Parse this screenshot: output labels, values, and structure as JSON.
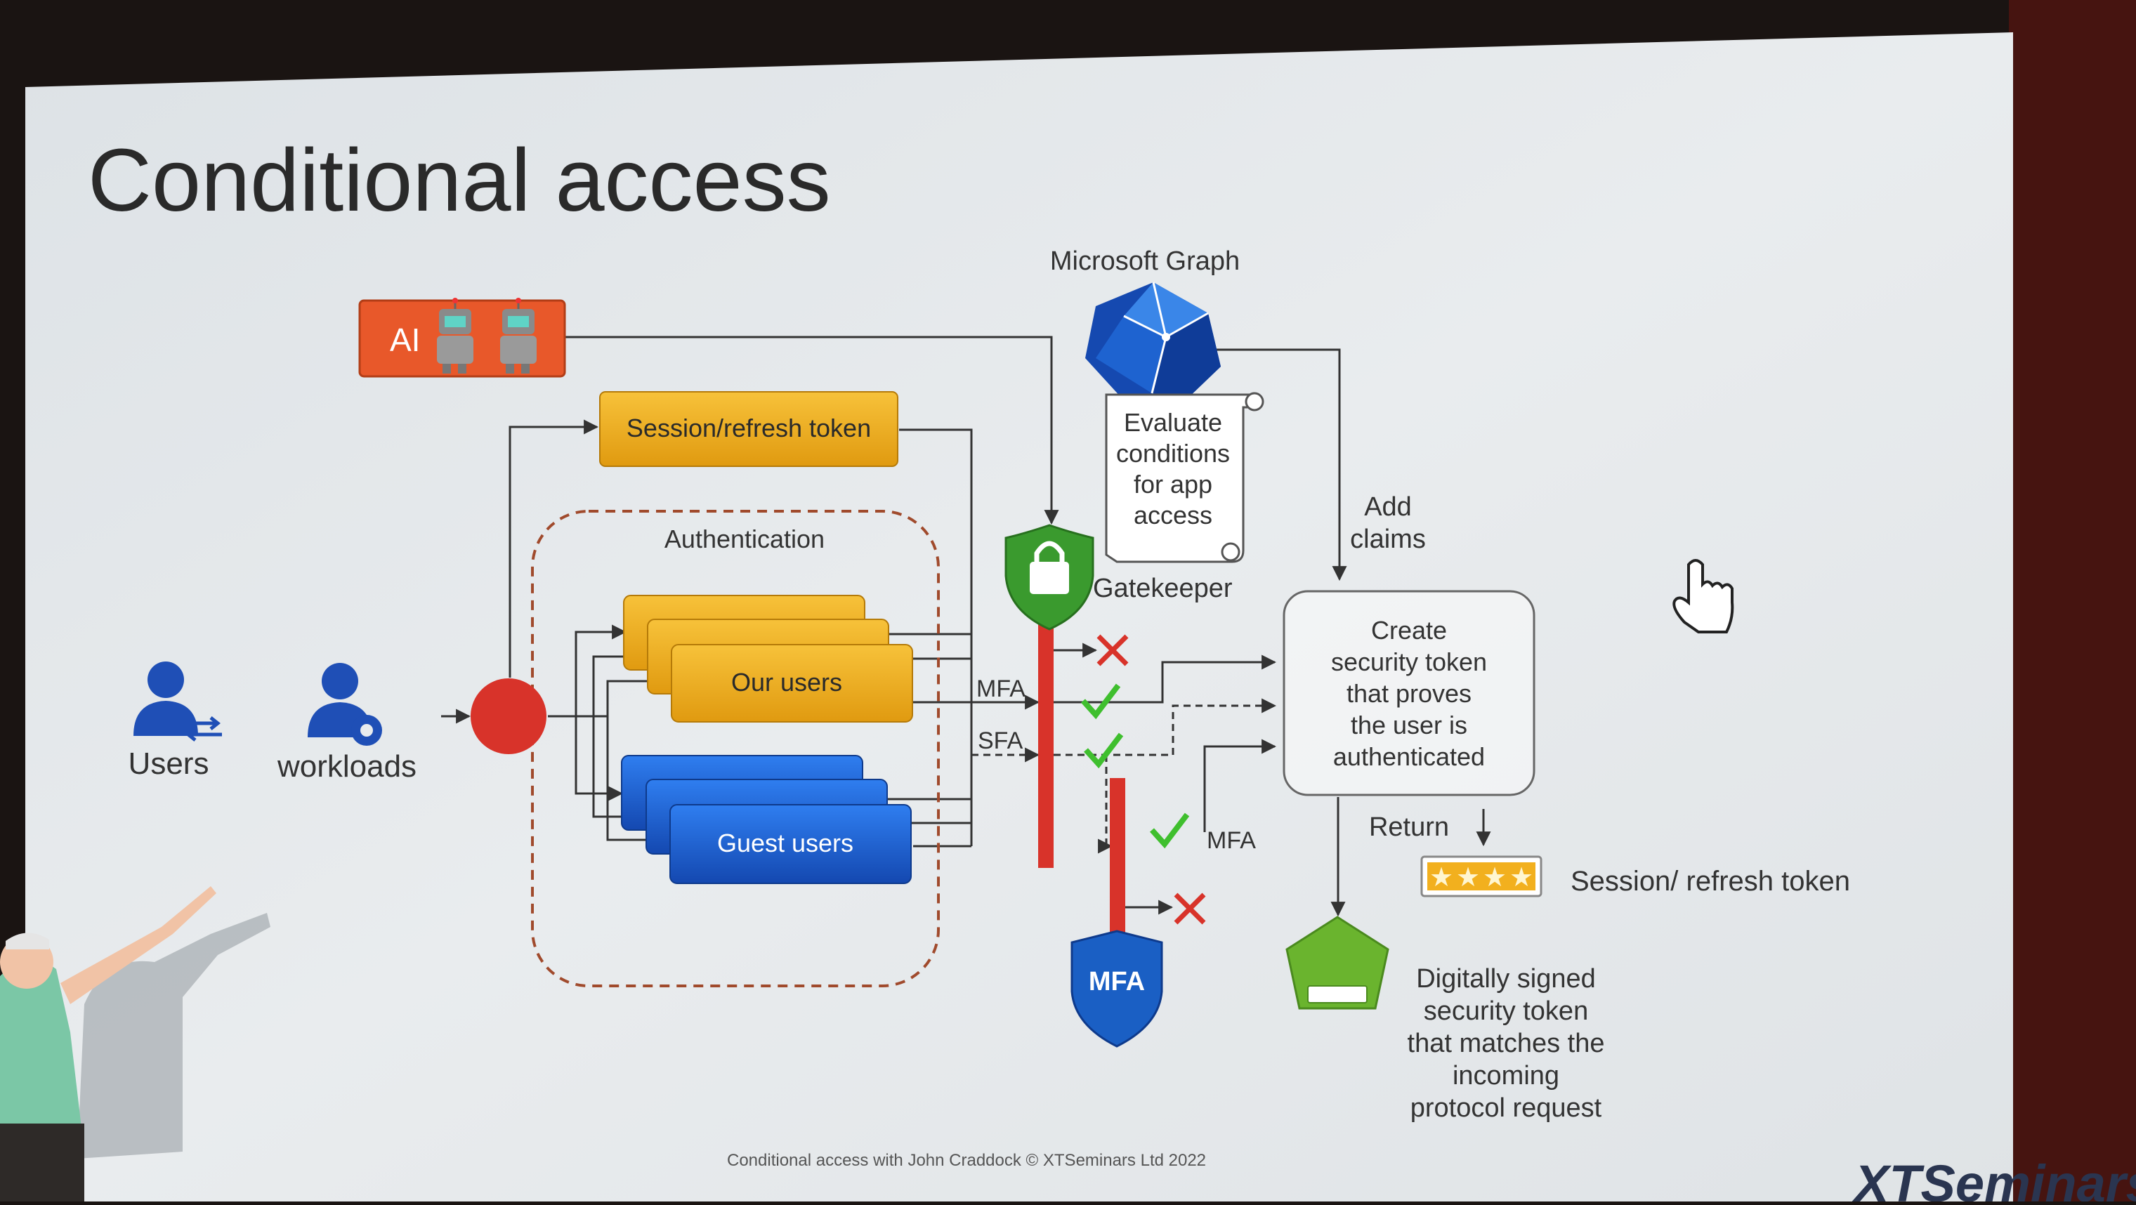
{
  "slide": {
    "title": "Conditional access",
    "footer": "Conditional access with John Craddock © XTSeminars Ltd 2022",
    "brand": "XTSeminars"
  },
  "actors": {
    "users": "Users",
    "workloads": "workloads"
  },
  "ai_box": {
    "label": "AI",
    "color": "#e8582a"
  },
  "session_token_box": {
    "label": "Session/refresh token",
    "color": "#f2b01e"
  },
  "authentication": {
    "label": "Authentication",
    "our_users": "Our users",
    "guest_users": "Guest users"
  },
  "graph": {
    "label": "Microsoft Graph",
    "scroll_lines": [
      "Evaluate",
      "conditions",
      "for app",
      "access"
    ]
  },
  "gatekeeper": {
    "label": "Gatekeeper",
    "color": "#3a9a2e"
  },
  "flow_labels": {
    "mfa_in": "MFA",
    "sfa_in": "SFA",
    "mfa_out": "MFA"
  },
  "mfa_shield": {
    "label": "MFA",
    "color": "#1a5fc4"
  },
  "add_claims": [
    "Add",
    "claims"
  ],
  "create_token": [
    "Create",
    "security token",
    "that proves",
    "the user is",
    "authenticated"
  ],
  "return_label": "Return",
  "session_refresh_label": "Session/ refresh token",
  "signed_token": [
    "Digitally signed",
    "security token",
    "that matches the",
    "incoming",
    "protocol request"
  ],
  "colors": {
    "slide_bg": "#e9ecee",
    "accent_red": "#d8332a",
    "check_green": "#3fbf2e",
    "guest_blue": "#1d63d6",
    "pentagon_green": "#6ab42e"
  }
}
